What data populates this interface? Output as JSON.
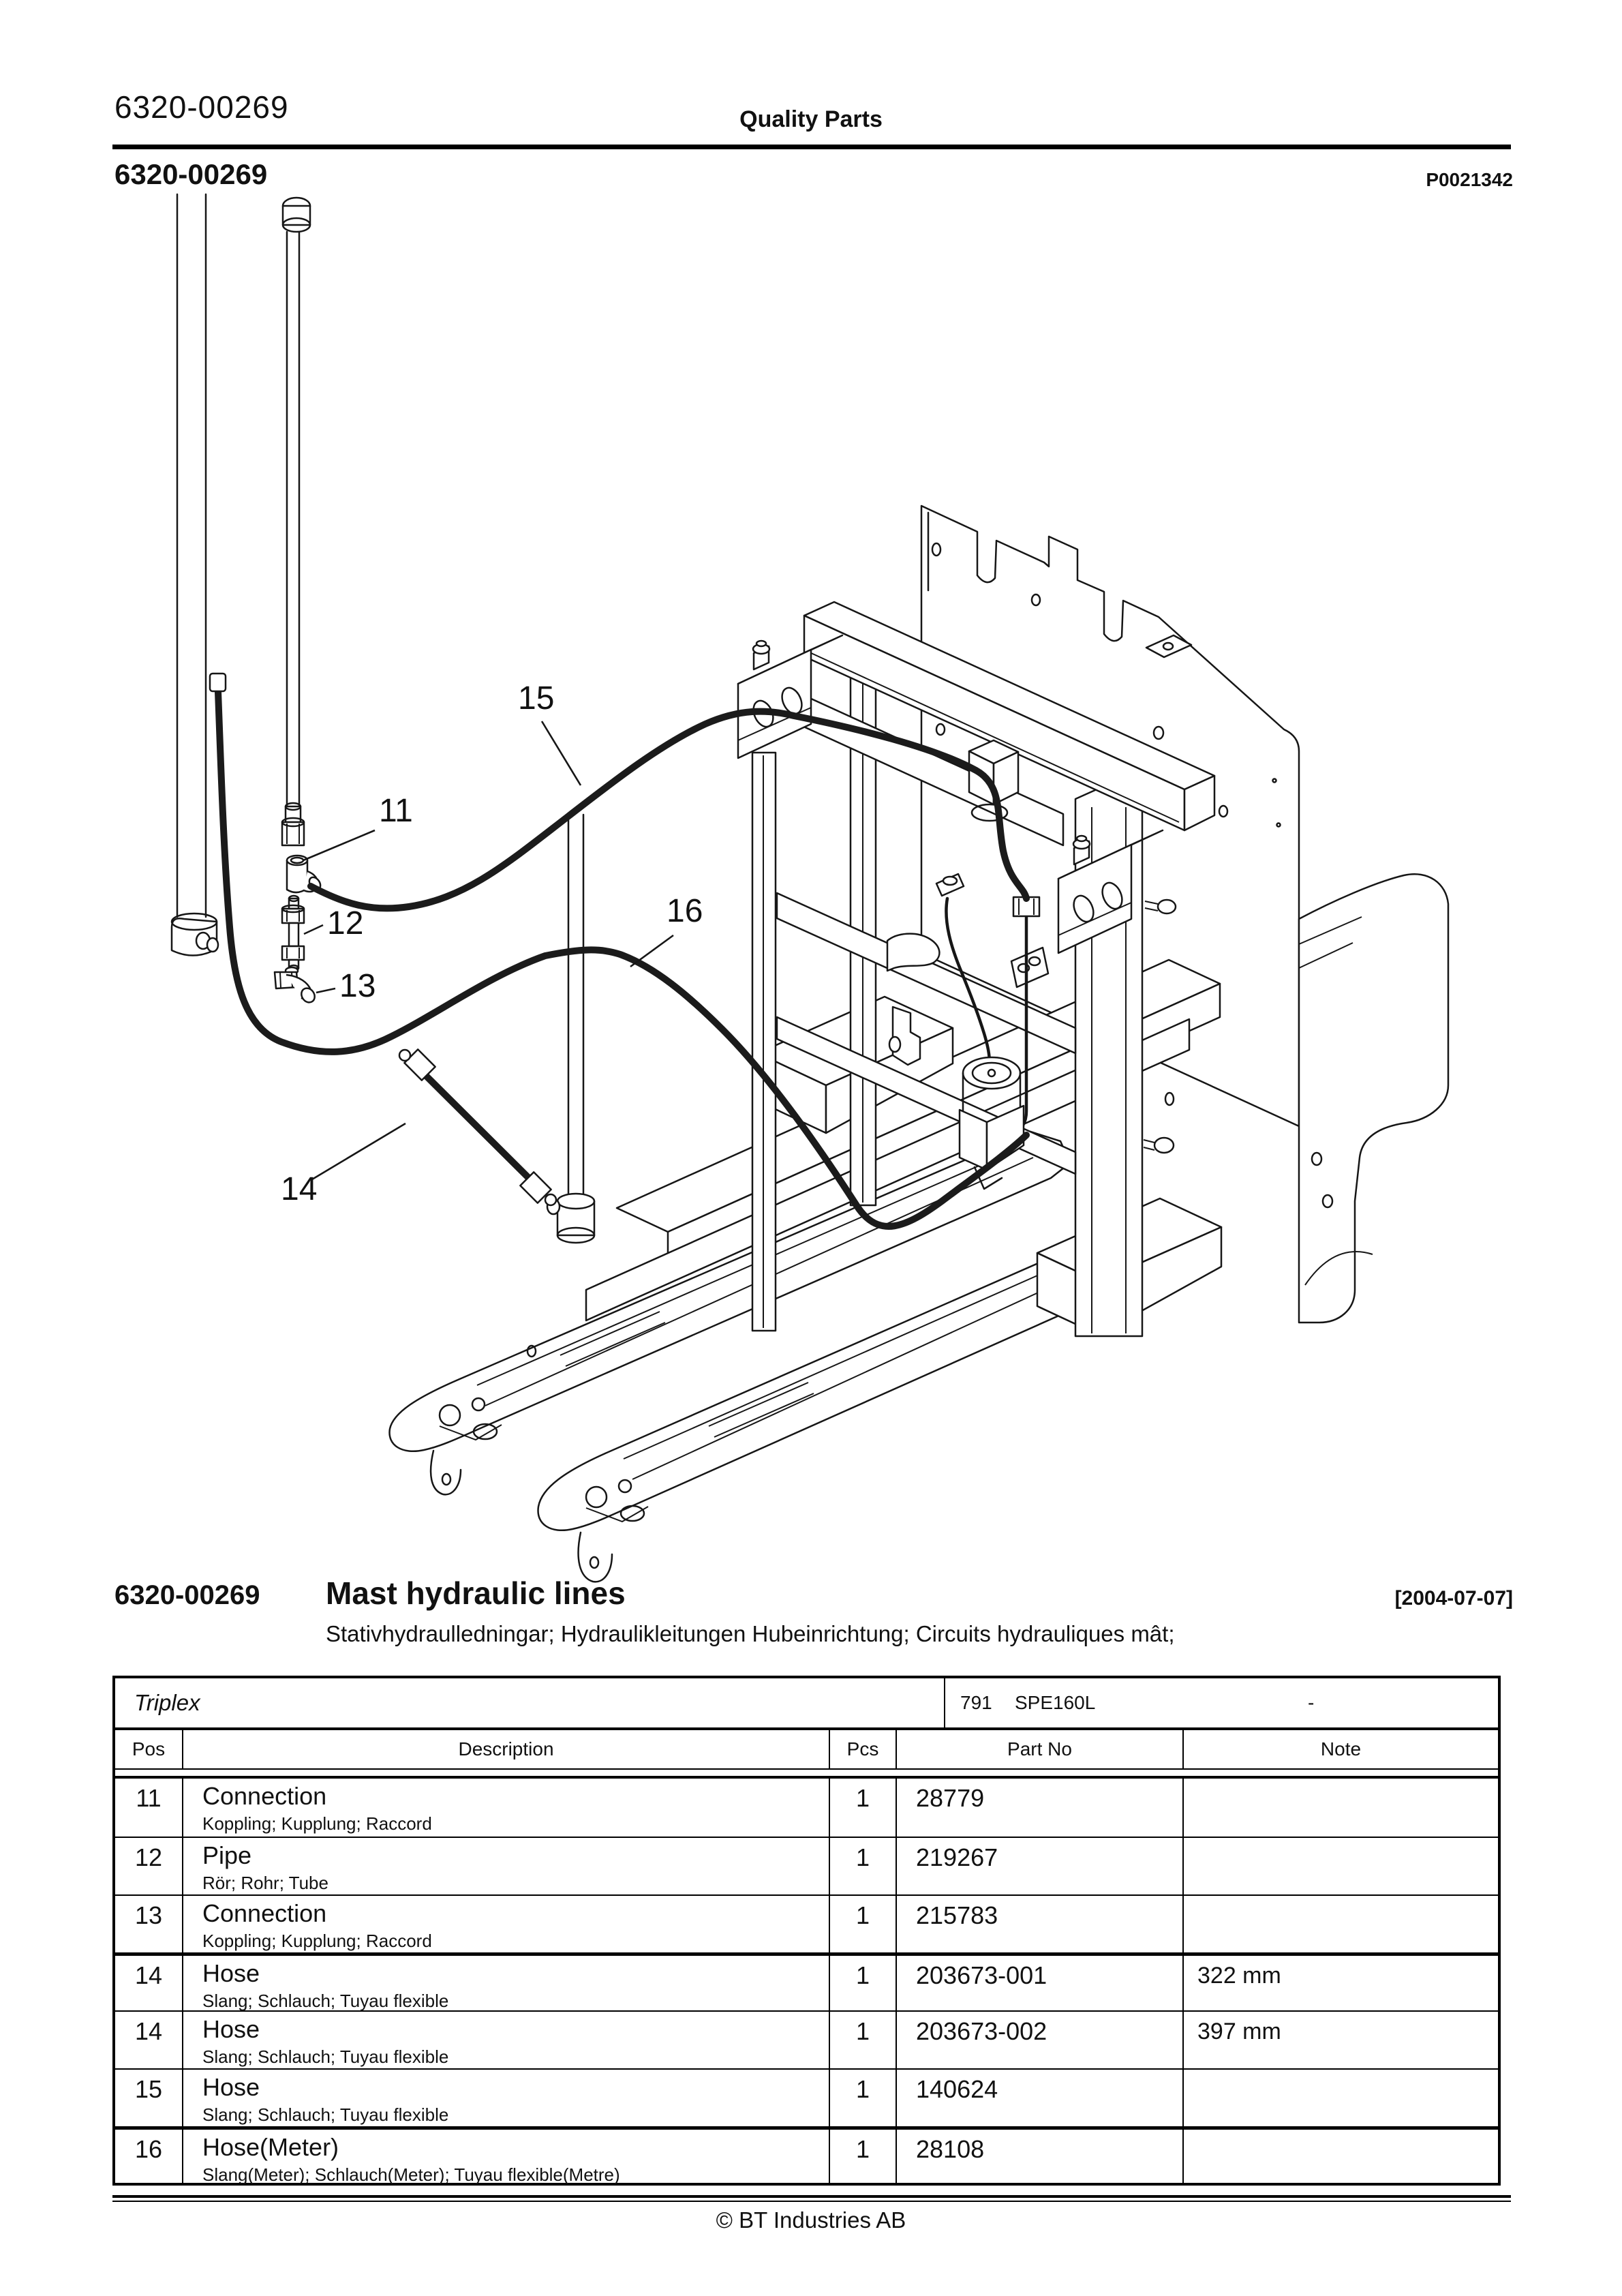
{
  "page": {
    "header": {
      "doc_number": "6320-00269",
      "center_title": "Quality Parts",
      "section_code": "6320-00269",
      "figure_ref": "P0021342"
    },
    "title_block": {
      "code": "6320-00269",
      "title": "Mast hydraulic lines",
      "date": "[2004-07-07]",
      "subtitle": "Stativhydraulledningar; Hydraulikleitungen Hubeinrichtung; Circuits hydrauliques mât;"
    },
    "footer": {
      "copyright": "© BT Industries AB"
    }
  },
  "diagram": {
    "callouts": [
      {
        "label": "15"
      },
      {
        "label": "11"
      },
      {
        "label": "16"
      },
      {
        "label": "12"
      },
      {
        "label": "13"
      },
      {
        "label": "14"
      }
    ]
  },
  "parts_table": {
    "variant": {
      "name": "Triplex",
      "code": "791",
      "model": "SPE160L",
      "note": "-"
    },
    "columns": {
      "pos": "Pos",
      "description": "Description",
      "pcs": "Pcs",
      "part_no": "Part No",
      "note": "Note"
    },
    "rows": [
      {
        "pos": "11",
        "description": "Connection",
        "description_i18n": "Koppling; Kupplung; Raccord",
        "pcs": "1",
        "part_no": "28779",
        "note": ""
      },
      {
        "pos": "12",
        "description": "Pipe",
        "description_i18n": "Rör; Rohr; Tube",
        "pcs": "1",
        "part_no": "219267",
        "note": ""
      },
      {
        "pos": "13",
        "description": "Connection",
        "description_i18n": "Koppling; Kupplung; Raccord",
        "pcs": "1",
        "part_no": "215783",
        "note": ""
      },
      {
        "pos": "14",
        "description": "Hose",
        "description_i18n": "Slang; Schlauch; Tuyau flexible",
        "pcs": "1",
        "part_no": "203673-001",
        "note": "322 mm"
      },
      {
        "pos": "14",
        "description": "Hose",
        "description_i18n": "Slang; Schlauch; Tuyau flexible",
        "pcs": "1",
        "part_no": "203673-002",
        "note": "397 mm"
      },
      {
        "pos": "15",
        "description": "Hose",
        "description_i18n": "Slang; Schlauch; Tuyau flexible",
        "pcs": "1",
        "part_no": "140624",
        "note": ""
      },
      {
        "pos": "16",
        "description": "Hose(Meter)",
        "description_i18n": "Slang(Meter); Schlauch(Meter); Tuyau flexible(Metre)",
        "pcs": "1",
        "part_no": "28108",
        "note": ""
      }
    ]
  }
}
